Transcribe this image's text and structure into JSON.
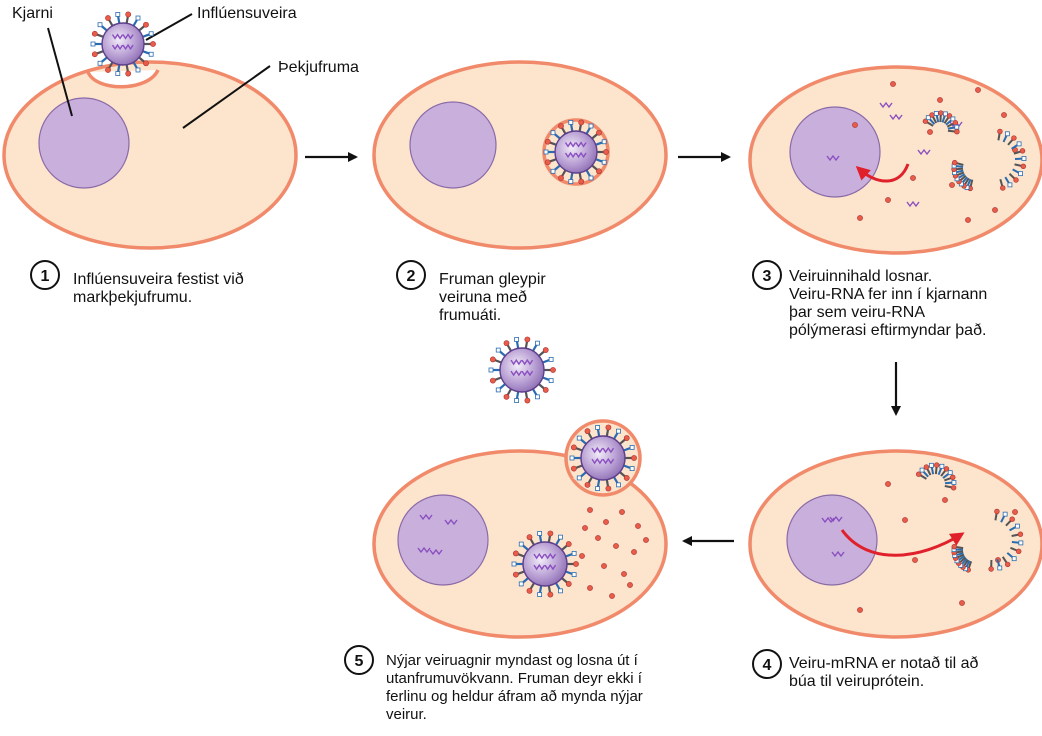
{
  "labels": {
    "nucleus": "Kjarni",
    "virus": "Inflúensuveira",
    "cell": "Þekjufruma"
  },
  "steps": [
    {
      "number": "1",
      "lines": [
        "Inflúensuveira festist við",
        "markþekjufrumu."
      ]
    },
    {
      "number": "2",
      "lines": [
        "Fruman gleypir",
        "veiruna með",
        "frumuáti."
      ]
    },
    {
      "number": "3",
      "lines": [
        "Veiruinnihald losnar.",
        "Veiru-RNA fer inn í kjarnann",
        "þar sem veiru-RNA",
        "pólýmerasi eftirmyndar það."
      ]
    },
    {
      "number": "4",
      "lines": [
        "Veiru-mRNA er notað til að",
        "búa til veiruprótein."
      ]
    },
    {
      "number": "5",
      "lines": [
        "Nýjar veiruagnir myndast og losna út í",
        "utanfrumuvökvann. Fruman deyr ekki í",
        "ferlinu og heldur áfram að mynda nýjar",
        "veirur."
      ]
    }
  ],
  "colors": {
    "cytoplasm": "#fde4cc",
    "membrane": "#f08a6a",
    "nucleus": "#c9b0dc",
    "nucleus_edge": "#8a6aa8",
    "rna": "#8a4fc0",
    "arrow_red": "#e0202a"
  }
}
